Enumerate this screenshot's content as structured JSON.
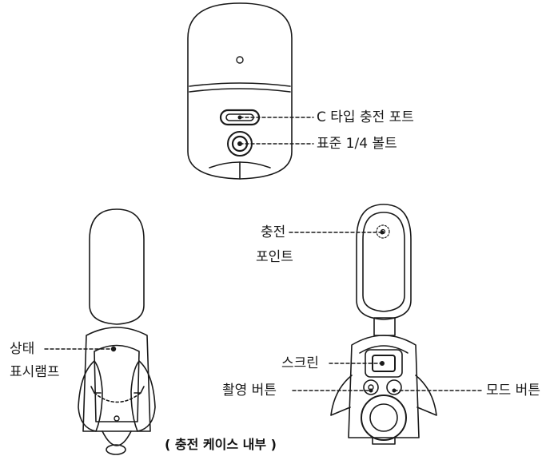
{
  "labels": {
    "usb_c_port": "C 타입 충전 포트",
    "tripod_bolt": "표준 1/4 볼트",
    "charging_point_line1": "충전",
    "charging_point_line2": "포인트",
    "status_lamp_line1": "상태",
    "status_lamp_line2": "표시램프",
    "screen": "스크린",
    "shoot_button": "촬영 버튼",
    "mode_button": "모드 버튼"
  },
  "caption": "( 충전 케이스 내부 )",
  "colors": {
    "line": "#1a1a1a",
    "background": "#ffffff"
  }
}
